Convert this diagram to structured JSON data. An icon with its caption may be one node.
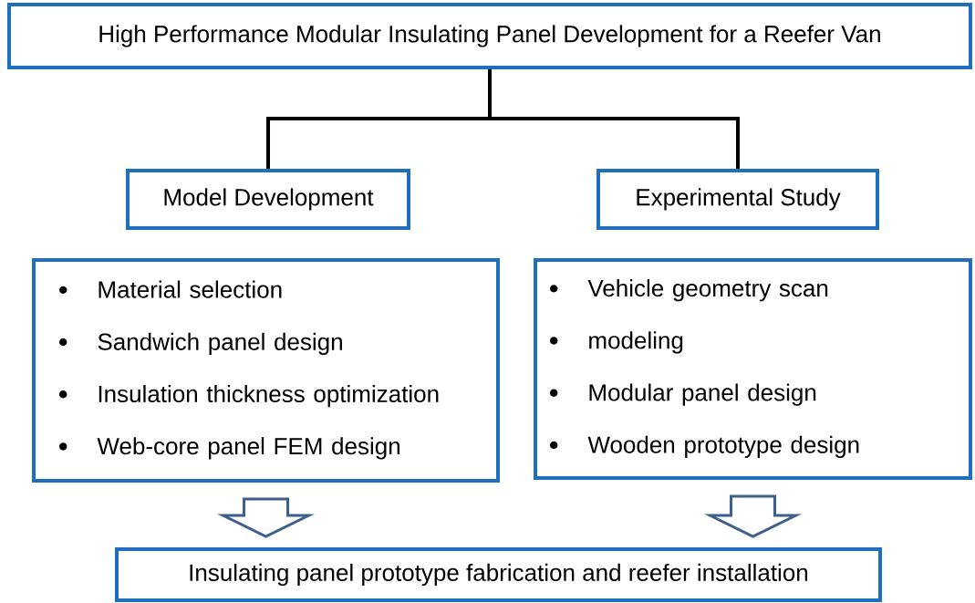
{
  "diagram": {
    "nodes": [
      {
        "text": [
          "High Performance Modular Insulating Panel Development for a Reefer Van"
        ]
      },
      {
        "text": [
          "Model Development"
        ]
      },
      {
        "text": [
          "Experimental Study"
        ]
      },
      {
        "text": [
          "Material selection",
          "Sandwich panel design",
          "Insulation thickness optimization",
          "Web-core panel FEM design"
        ]
      },
      {
        "text": [
          "Vehicle geometry scan",
          "modeling",
          "Modular panel design",
          "Wooden prototype design"
        ]
      },
      {
        "text": [
          "Insulating panel prototype fabrication and reefer installation"
        ]
      }
    ],
    "edges": [
      {
        "from": 0,
        "to": 1,
        "arrow": "none"
      },
      {
        "from": 0,
        "to": 2,
        "arrow": "none"
      },
      {
        "from": 3,
        "to": 5,
        "arrow": "to"
      },
      {
        "from": 4,
        "to": 5,
        "arrow": "to"
      }
    ]
  }
}
